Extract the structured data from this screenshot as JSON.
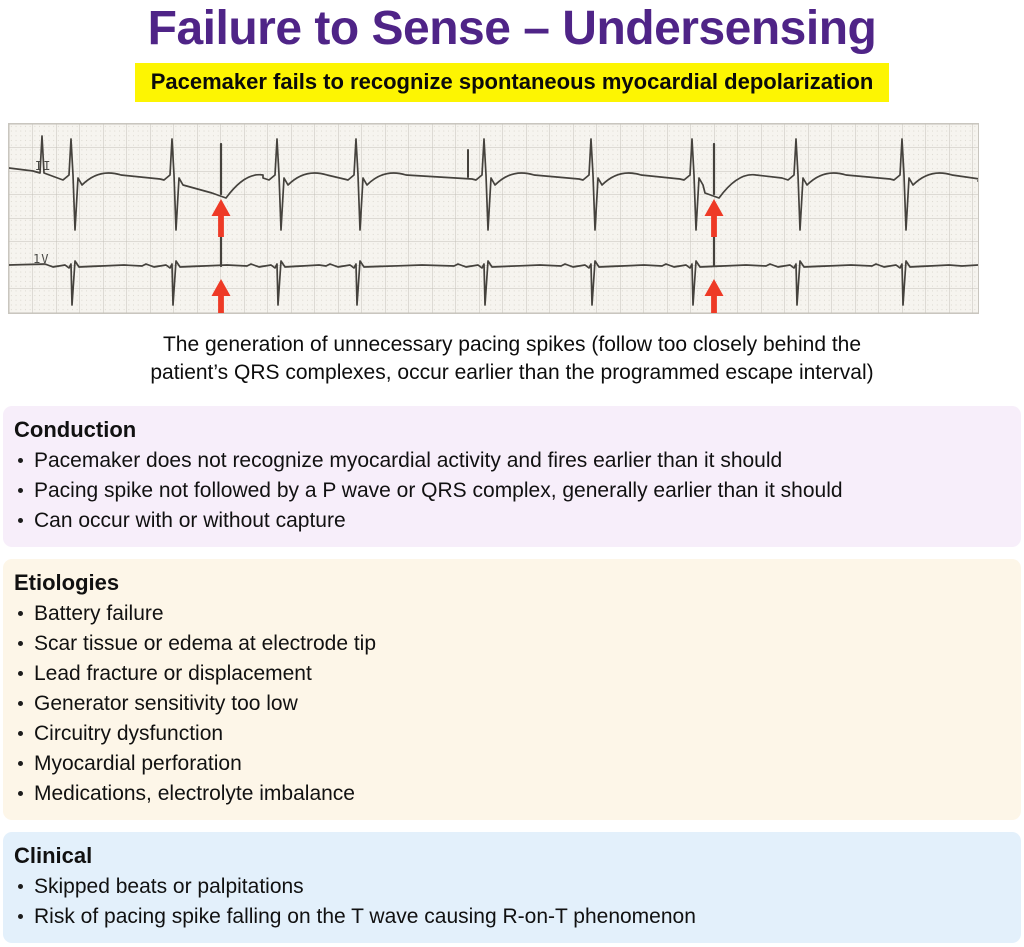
{
  "page": {
    "title": "Failure to Sense – Undersensing",
    "subtitle": "Pacemaker fails to recognize spontaneous myocardial depolarization"
  },
  "ecg": {
    "lead_labels": [
      "II",
      "1V"
    ],
    "top_qrs_x": [
      64,
      165,
      270,
      349,
      477,
      584,
      685,
      789,
      895
    ],
    "bottom_qrs_x": [
      64,
      165,
      270,
      349,
      477,
      584,
      685,
      789,
      895
    ],
    "pacing_spike_x": [
      212,
      705
    ],
    "extra_spike_x": [
      459
    ],
    "arrow_count": 4
  },
  "caption": {
    "line1": "The generation of unnecessary pacing spikes (follow too closely behind the",
    "line2": "patient’s QRS complexes, occur earlier than the programmed escape interval)"
  },
  "sections": [
    {
      "heading": "Conduction",
      "bg": "#f7eefa",
      "bullets": [
        "Pacemaker does not recognize myocardial activity and fires earlier than it should",
        "Pacing spike not followed by a P wave or QRS complex, generally earlier than it should",
        "Can occur with or without capture"
      ]
    },
    {
      "heading": "Etiologies",
      "bg": "#fdf6e8",
      "bullets": [
        "Battery failure",
        "Scar tissue or edema at electrode tip",
        "Lead fracture or displacement",
        "Generator sensitivity too low",
        "Circuitry dysfunction",
        "Myocardial perforation",
        "Medications, electrolyte imbalance"
      ]
    },
    {
      "heading": "Clinical",
      "bg": "#e3f0fb",
      "bullets": [
        "Skipped beats or palpitations",
        "Risk of pacing spike falling on the T wave causing R-on-T phenomenon"
      ]
    }
  ],
  "colors": {
    "title_text": "#4f2487",
    "subtitle_highlight": "#fdf502",
    "arrow_red": "#ee3a26",
    "ecg_paper": "#f6f4ef",
    "ecg_grid": "#c4c1b9",
    "ecg_trace": "#45423d"
  }
}
